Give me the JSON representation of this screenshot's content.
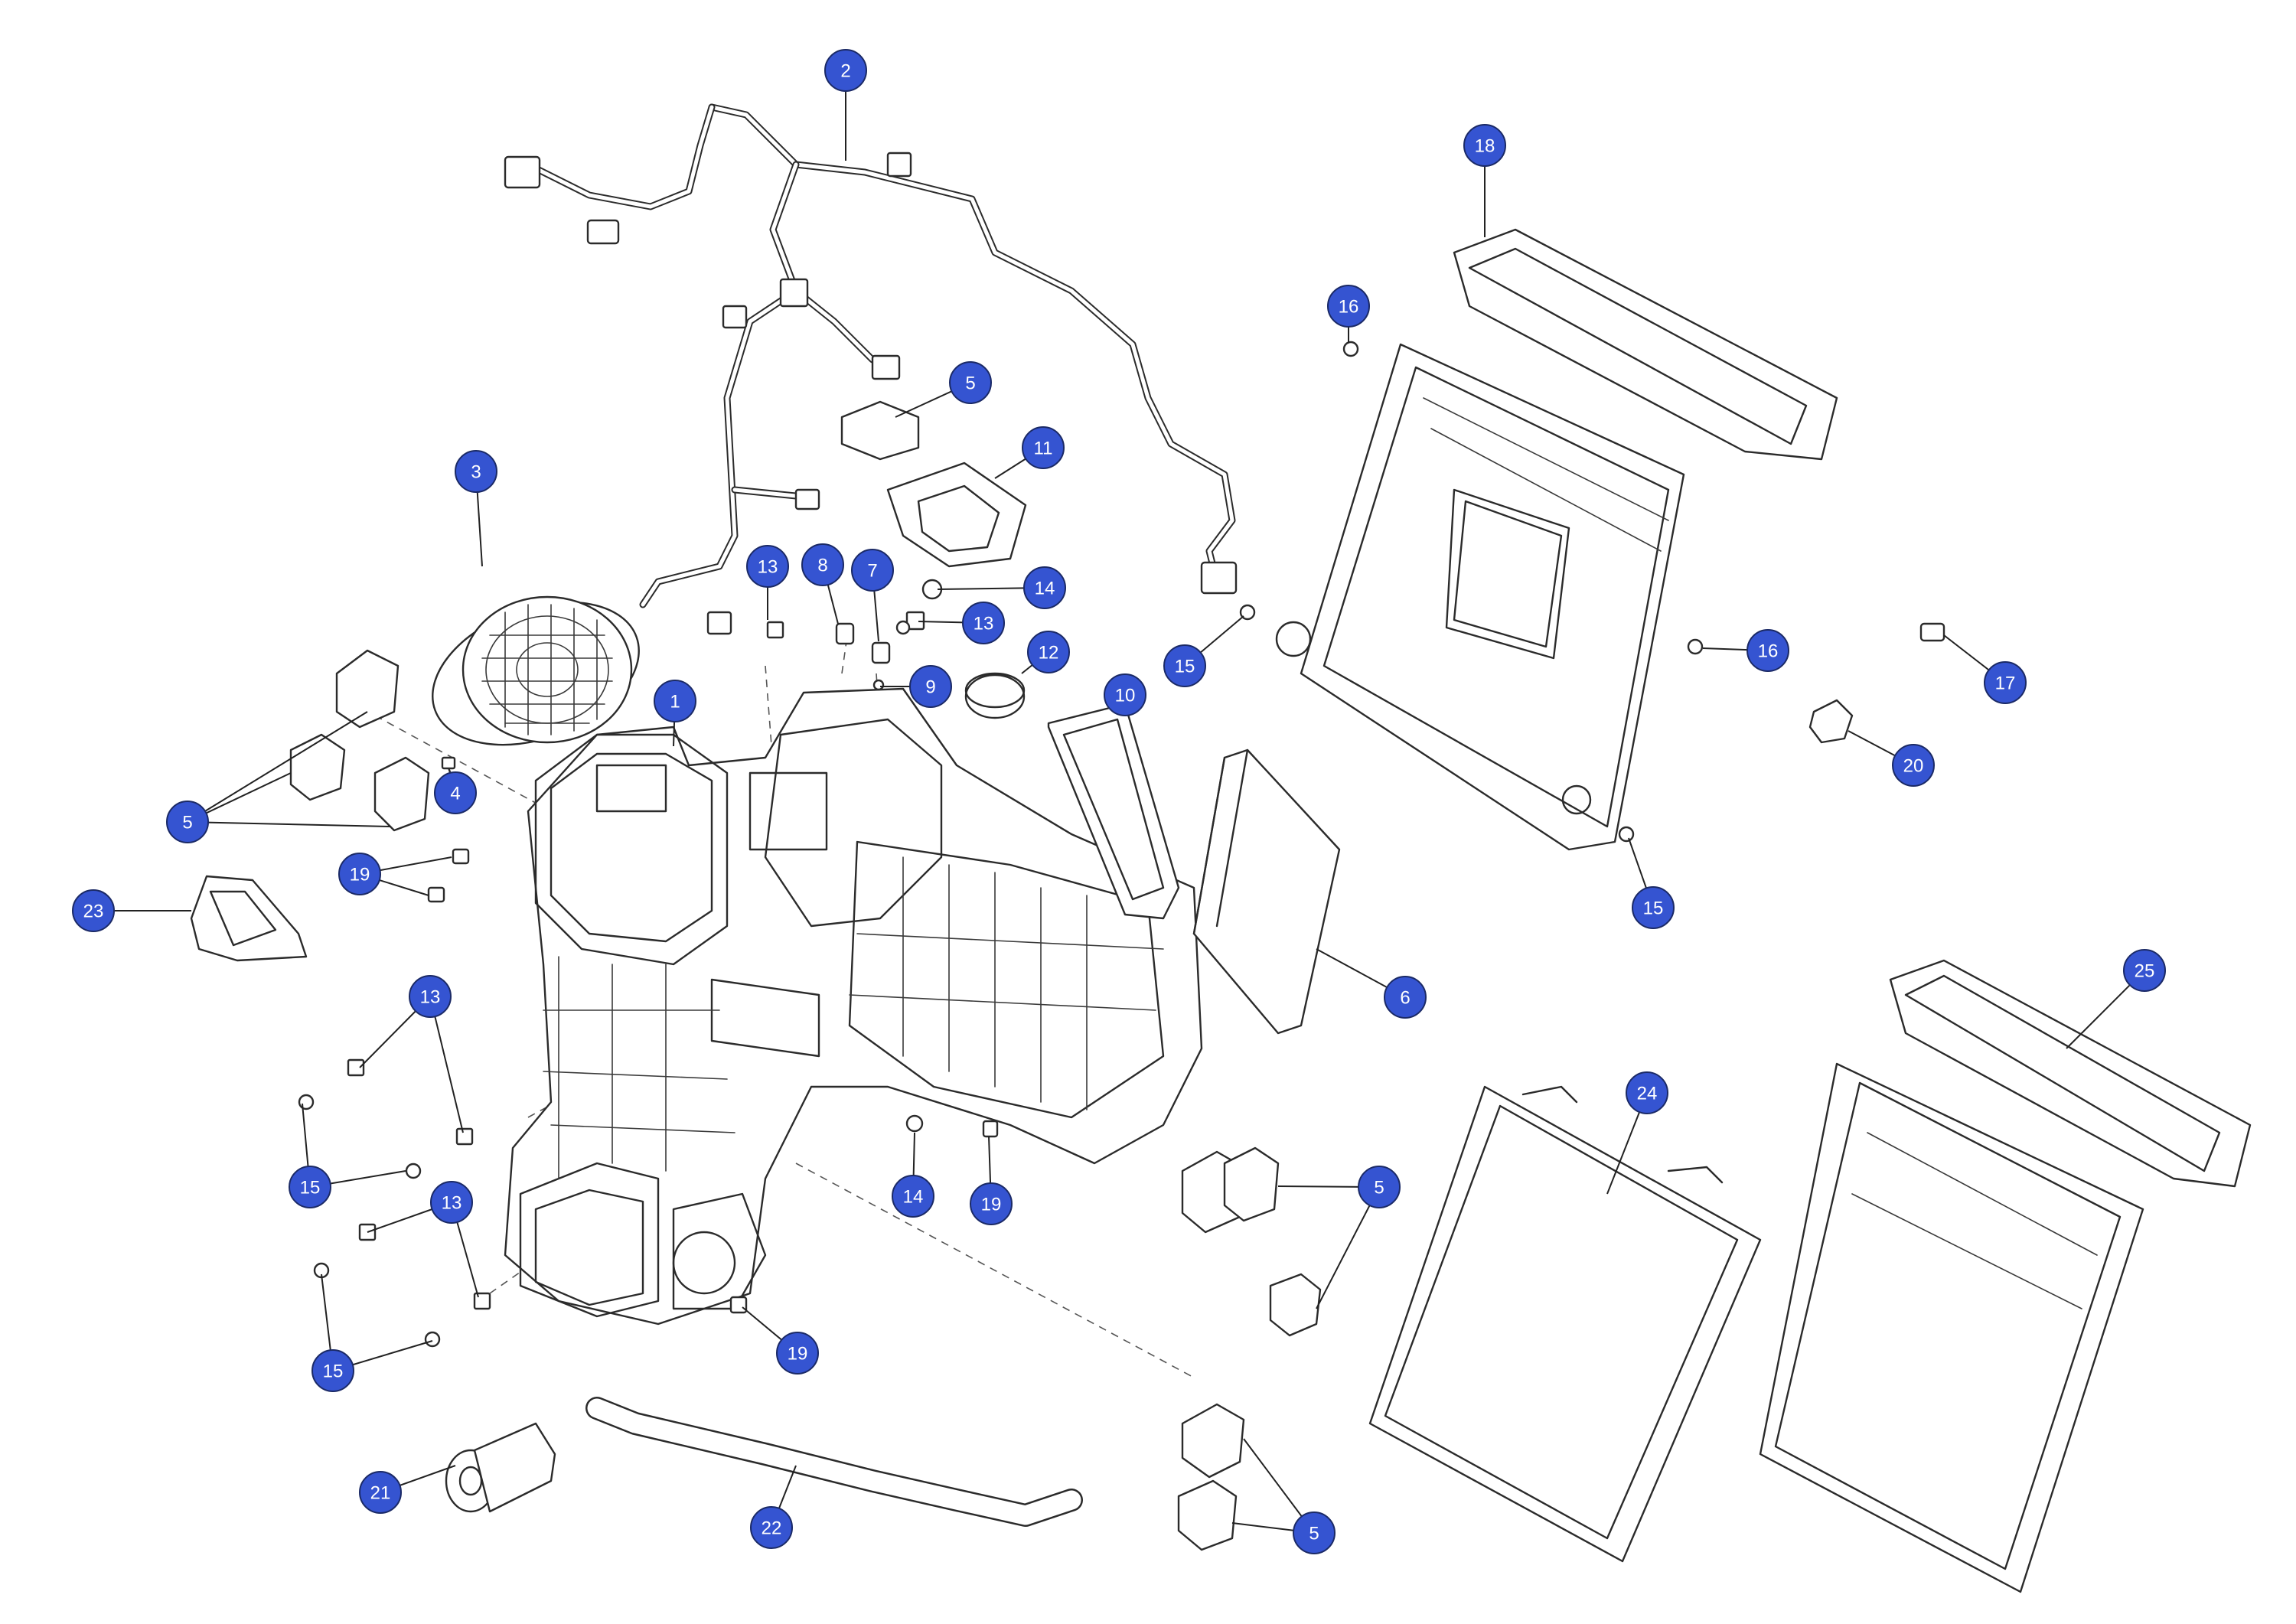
{
  "colors": {
    "callout_fill": "#3554d1",
    "callout_text": "#ffffff",
    "line": "#2b2b2b",
    "background": "#ffffff"
  },
  "callouts": [
    {
      "label": "2"
    },
    {
      "label": "18"
    },
    {
      "label": "16"
    },
    {
      "label": "5"
    },
    {
      "label": "11"
    },
    {
      "label": "3"
    },
    {
      "label": "13"
    },
    {
      "label": "8"
    },
    {
      "label": "7"
    },
    {
      "label": "14"
    },
    {
      "label": "13"
    },
    {
      "label": "12"
    },
    {
      "label": "9"
    },
    {
      "label": "1"
    },
    {
      "label": "10"
    },
    {
      "label": "15"
    },
    {
      "label": "16"
    },
    {
      "label": "17"
    },
    {
      "label": "20"
    },
    {
      "label": "5"
    },
    {
      "label": "4"
    },
    {
      "label": "19"
    },
    {
      "label": "23"
    },
    {
      "label": "15"
    },
    {
      "label": "6"
    },
    {
      "label": "13"
    },
    {
      "label": "25"
    },
    {
      "label": "24"
    },
    {
      "label": "15"
    },
    {
      "label": "13"
    },
    {
      "label": "14"
    },
    {
      "label": "19"
    },
    {
      "label": "5"
    },
    {
      "label": "19"
    },
    {
      "label": "15"
    },
    {
      "label": "21"
    },
    {
      "label": "22"
    },
    {
      "label": "5"
    }
  ]
}
